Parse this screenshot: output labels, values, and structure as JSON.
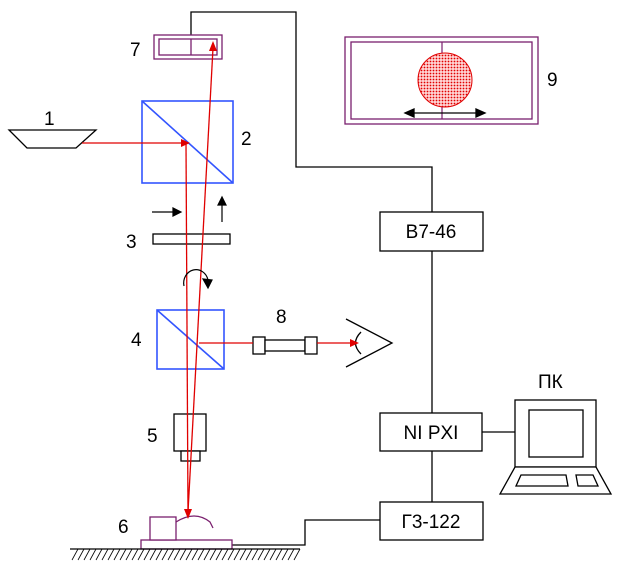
{
  "numbers": {
    "n1": "1",
    "n2": "2",
    "n3": "3",
    "n4": "4",
    "n5": "5",
    "n6": "6",
    "n7": "7",
    "n8": "8",
    "n9": "9"
  },
  "boxes": {
    "b7_46": "В7-46",
    "ni_pxi": "NI PXI",
    "g3_122": "Г3-122"
  },
  "pc_label": "ПК",
  "colors": {
    "beam": "#e00000",
    "optics": "#3355ff",
    "purple": "#7a1f6e",
    "wire": "#000000"
  }
}
